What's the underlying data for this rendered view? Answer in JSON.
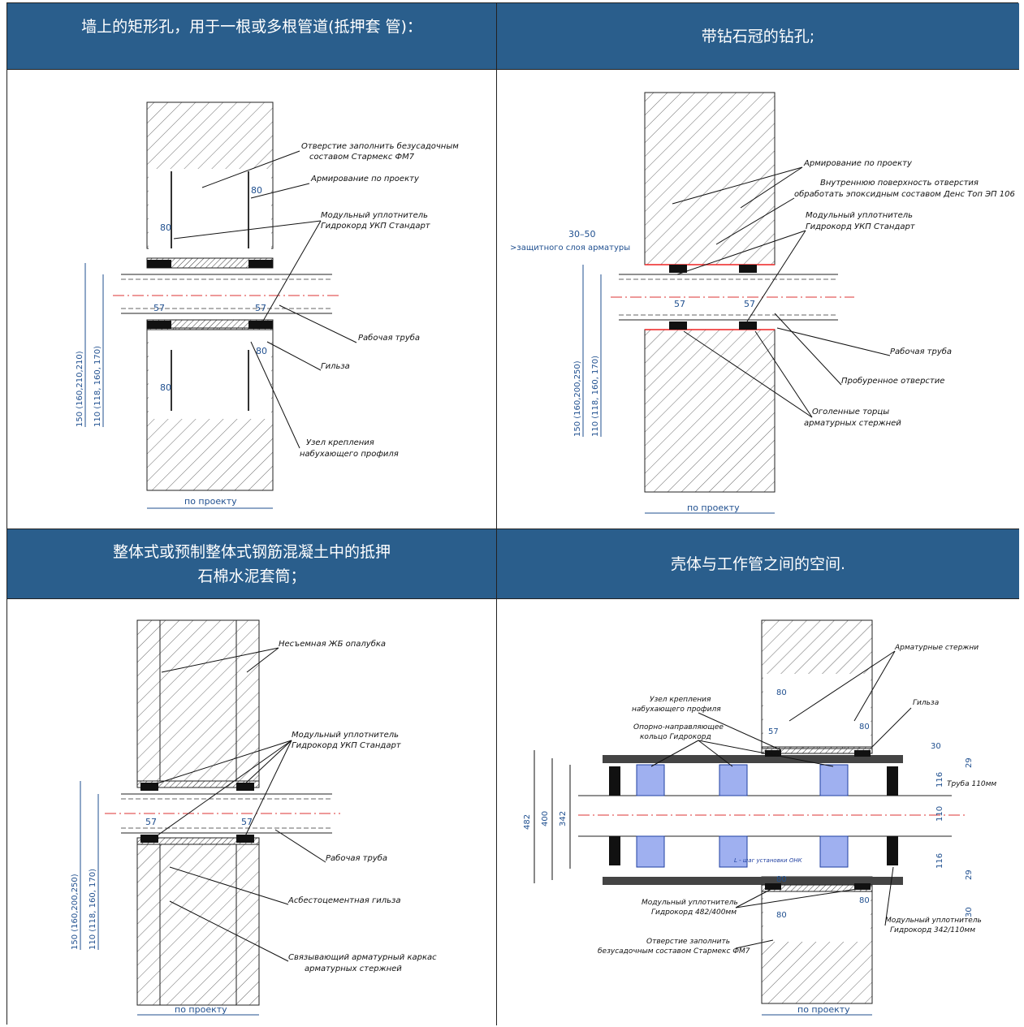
{
  "headers": {
    "tl": "墙上的矩形孔，用于一根或多根管道(抵押套 管)：",
    "tr": "带钻石冠的钻孔;",
    "bl_line1": "整体式或预制整体式钢筋混凝土中的抵押",
    "bl_line2": "石棉水泥套筒；",
    "br": "壳体与工作管之间的空间."
  },
  "d1": {
    "fill_1": "Отверстие заполнить безусадочным",
    "fill_2": "составом Стармекс ФМ7",
    "rebar": "Армирование по проекту",
    "seal_1": "Модульный уплотнитель",
    "seal_2": "Гидрокорд УКП Стандарт",
    "pipe": "Рабочая труба",
    "sleeve": "Гильза",
    "node_1": "Узел крепления",
    "node_2": "набухающего профиля",
    "d80": "80",
    "d57": "57",
    "v150": "150 (160,210,210)",
    "v110": "110 (118, 160, 170)",
    "bottom": "по проекту"
  },
  "d2": {
    "rebar": "Армирование по проекту",
    "inner_1": "Внутреннюю поверхность отверстия",
    "inner_2": "обработать эпоксидным составом Денс Топ ЭП 106",
    "seal_1": "Модульный уплотнитель",
    "seal_2": "Гидрокорд УКП Стандарт",
    "d3050": "30–50",
    "protect": ">защитного слоя арматуры",
    "pipe": "Рабочая труба",
    "drilled": "Пробуренное отверстие",
    "ends_1": "Оголенные торцы",
    "ends_2": "арматурных стержней",
    "d57": "57",
    "v150": "150 (160,200,250)",
    "v110": "110 (118, 160, 170)",
    "bottom": "по проекту"
  },
  "d3": {
    "form": "Несъемная ЖБ опалубка",
    "seal_1": "Модульный уплотнитель",
    "seal_2": "Гидрокорд УКП Стандарт",
    "pipe": "Рабочая труба",
    "asb": "Асбестоцементная гильза",
    "cage_1": "Связывающий арматурный каркас",
    "cage_2": "арматурных стержней",
    "d57": "57",
    "v150": "150 (160,200,250)",
    "v110": "110 (118, 160, 170)",
    "bottom": "по проекту"
  },
  "d4": {
    "rods": "Арматурные стержни",
    "node_1": "Узел крепления",
    "node_2": "набухающего профиля",
    "ring_1": "Опорно-направляющее",
    "ring_2": "кольцо Гидрокорд",
    "sleeve": "Гильза",
    "pipe": "Труба 110мм",
    "seal_a1": "Модульный уплотнитель",
    "seal_a2": "Гидрокорд 482/400мм",
    "fill_1": "Отверстие заполнить",
    "fill_2": "безусадочным составом Стармекс ФМ7",
    "seal_b1": "Модульный уплотнитель",
    "seal_b2": "Гидрокорд 342/110мм",
    "step": "L - шаг установки ОНК",
    "d80": "80",
    "d57": "57",
    "d30": "30",
    "d29": "29",
    "d116": "116",
    "d110": "110",
    "d482": "482",
    "d400": "400",
    "d342": "342",
    "bottom": "по проекту"
  }
}
